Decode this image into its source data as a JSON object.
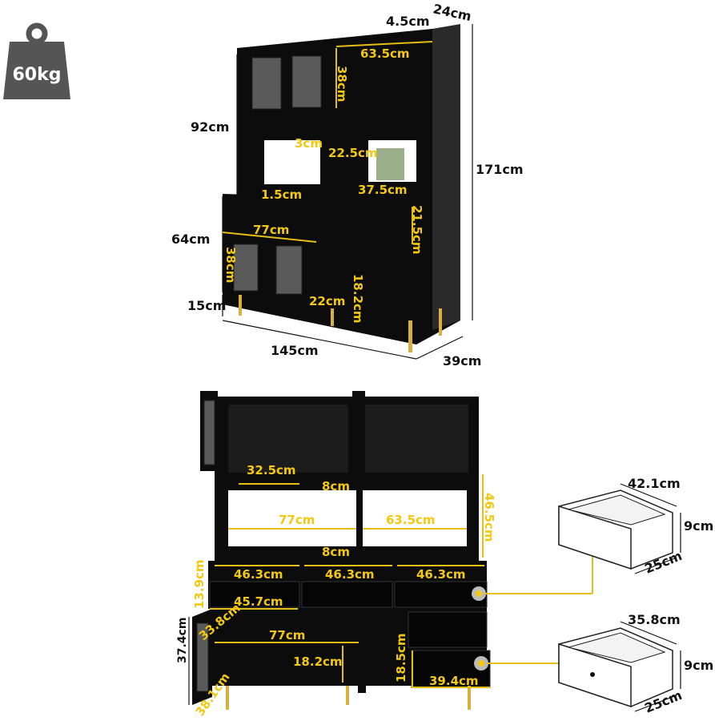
{
  "weight_badge": {
    "icon": "weight-icon",
    "label": "60kg",
    "color": "#555555"
  },
  "colors": {
    "annotation": "#f2c811",
    "cabinet": "#0c0c0c",
    "legs": "#d9b040"
  },
  "top_view_labels": [
    "4.5cm",
    "24cm",
    "63.5cm",
    "38cm",
    "92cm",
    "3cm",
    "22.5cm",
    "171cm",
    "1.5cm",
    "37.5cm",
    "21.5cm",
    "64cm",
    "77cm",
    "38cm",
    "18.2cm",
    "22cm",
    "15cm",
    "145cm",
    "39cm"
  ],
  "front_view_labels": [
    "32.5cm",
    "8cm",
    "46.5cm",
    "77cm",
    "63.5cm",
    "8cm",
    "46.3cm",
    "46.3cm",
    "46.3cm",
    "13.9cm",
    "45.7cm",
    "37.4cm",
    "33.8cm",
    "77cm",
    "18.2cm",
    "18.5cm",
    "39.4cm",
    "38.1cm"
  ],
  "drawer_labels": {
    "upper": {
      "width": "42.1cm",
      "height": "9cm",
      "depth": "25cm"
    },
    "lower": {
      "width": "35.8cm",
      "height": "9cm",
      "depth": "25cm"
    }
  }
}
